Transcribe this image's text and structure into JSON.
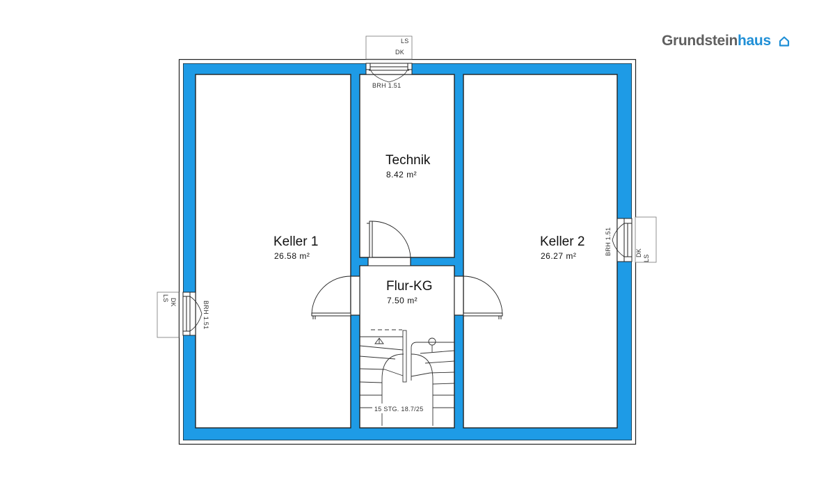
{
  "logo": {
    "part1": "Grundstein",
    "part2": "haus",
    "icon": "house-outline-icon"
  },
  "colors": {
    "wall": "#1e9be6",
    "outline": "#222222",
    "logo_grey": "#5f5f5f",
    "logo_blue": "#1f8fd6"
  },
  "rooms": {
    "keller1": {
      "name": "Keller 1",
      "area": "26.58 m²"
    },
    "technik": {
      "name": "Technik",
      "area": "8.42 m²"
    },
    "flur": {
      "name": "Flur-KG",
      "area": "7.50 m²"
    },
    "keller2": {
      "name": "Keller 2",
      "area": "26.27 m²"
    }
  },
  "windows": {
    "top": {
      "ls": "LS",
      "dk": "DK",
      "brh": "BRH 1.51"
    },
    "left": {
      "ls": "LS",
      "dk": "DK",
      "brh": "BRH 1.51"
    },
    "right": {
      "ls": "LS",
      "dk": "DK",
      "brh": "BRH 1.51"
    }
  },
  "stairs": {
    "label": "15 STG. 18.7/25"
  }
}
